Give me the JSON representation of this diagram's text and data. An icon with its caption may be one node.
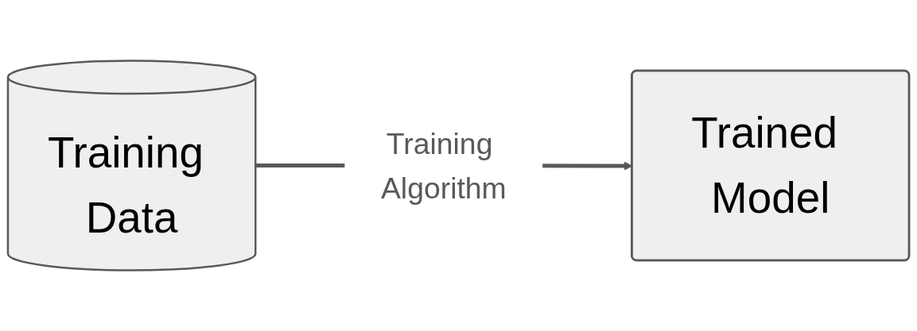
{
  "diagram": {
    "nodes": [
      {
        "text": [
          "Training Data"
        ]
      },
      {
        "text": [
          "Trained Model"
        ]
      }
    ],
    "edges": [
      {
        "from": 0,
        "to": 1,
        "label": "Training Algorithm",
        "arrow": "to"
      }
    ]
  }
}
